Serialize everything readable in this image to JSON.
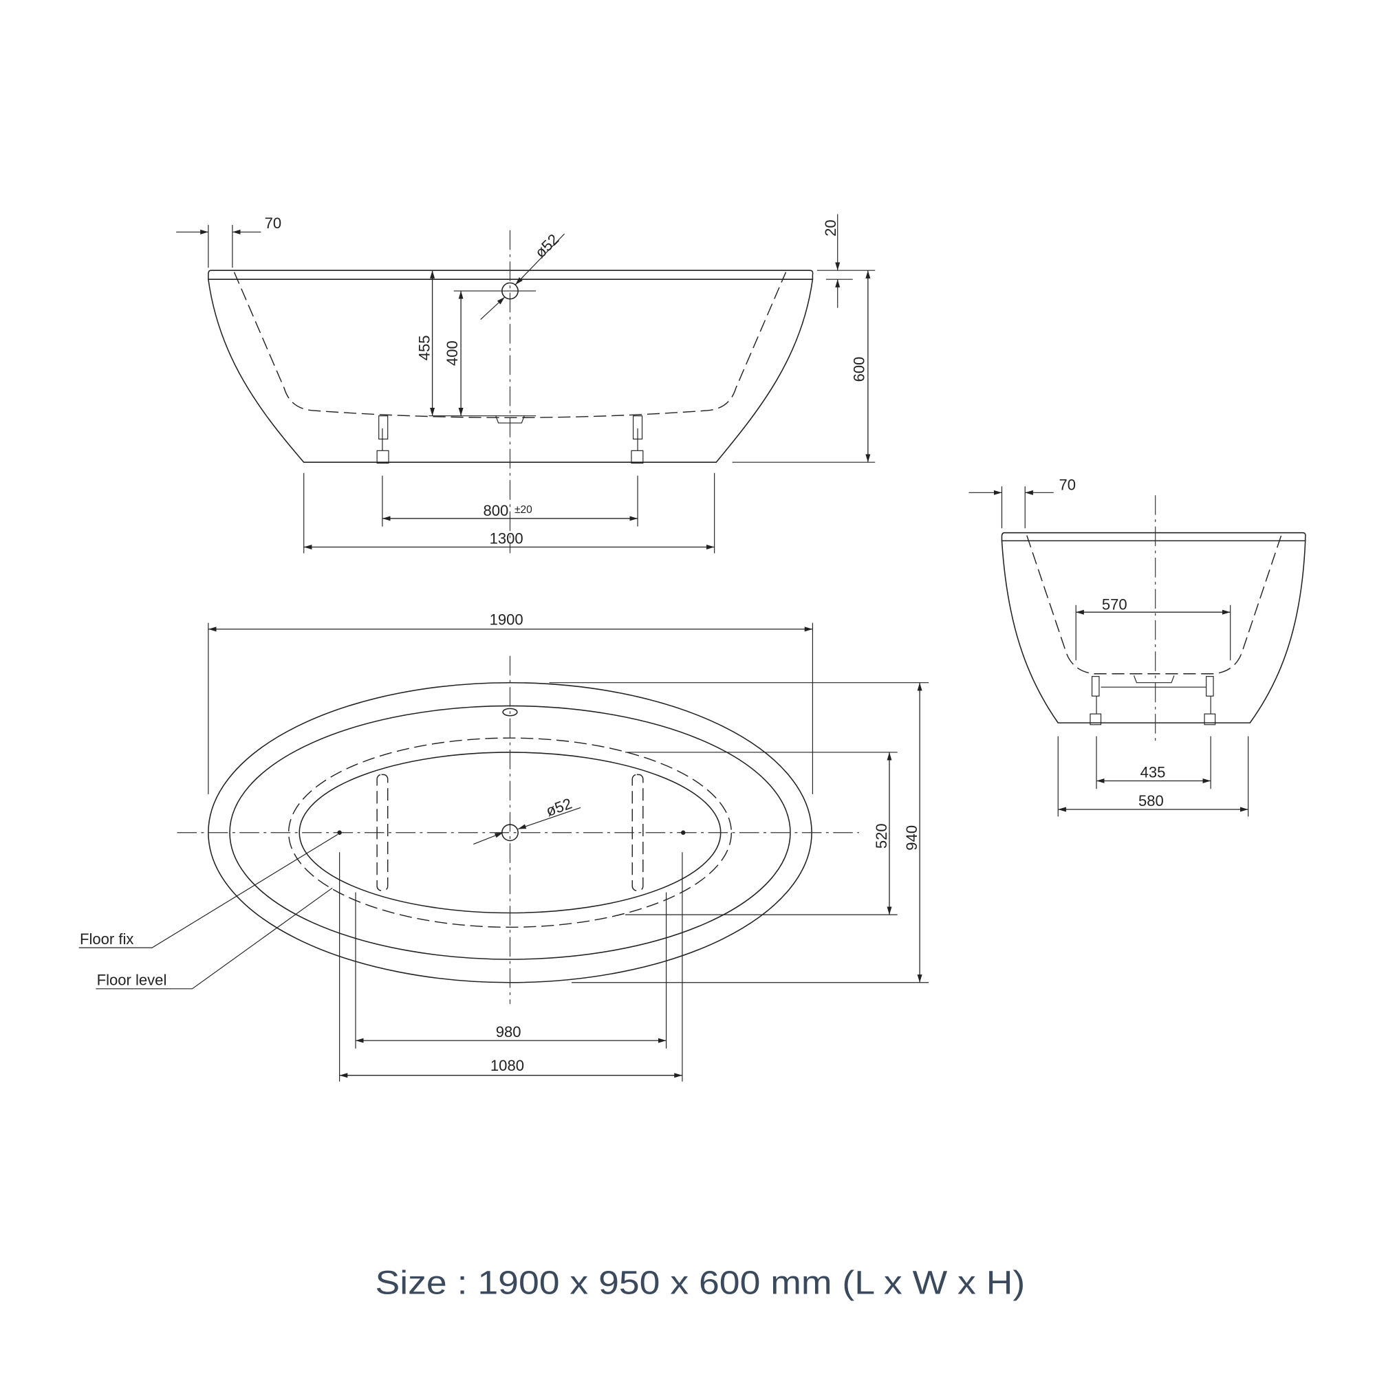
{
  "side_view": {
    "rim_offset": "70",
    "rim_height": "20",
    "overflow_diameter": "ø52",
    "overflow_height_455": "455",
    "overflow_height_400": "400",
    "total_height": "600",
    "leg_spacing": "800",
    "leg_tolerance": "±20",
    "base_length": "1300"
  },
  "end_view": {
    "rim_offset": "70",
    "inner_width": "570",
    "leg_spacing": "435",
    "base_width": "580"
  },
  "plan_view": {
    "overall_length": "1900",
    "overall_width": "940",
    "inner_width": "520",
    "drain_diameter": "ø52",
    "rail_spacing": "980",
    "fix_spacing": "1080",
    "label_floor_fix": "Floor fix",
    "label_floor_level": "Floor level"
  },
  "caption": "Size : 1900 x 950 x 600 mm (L x W x H)"
}
